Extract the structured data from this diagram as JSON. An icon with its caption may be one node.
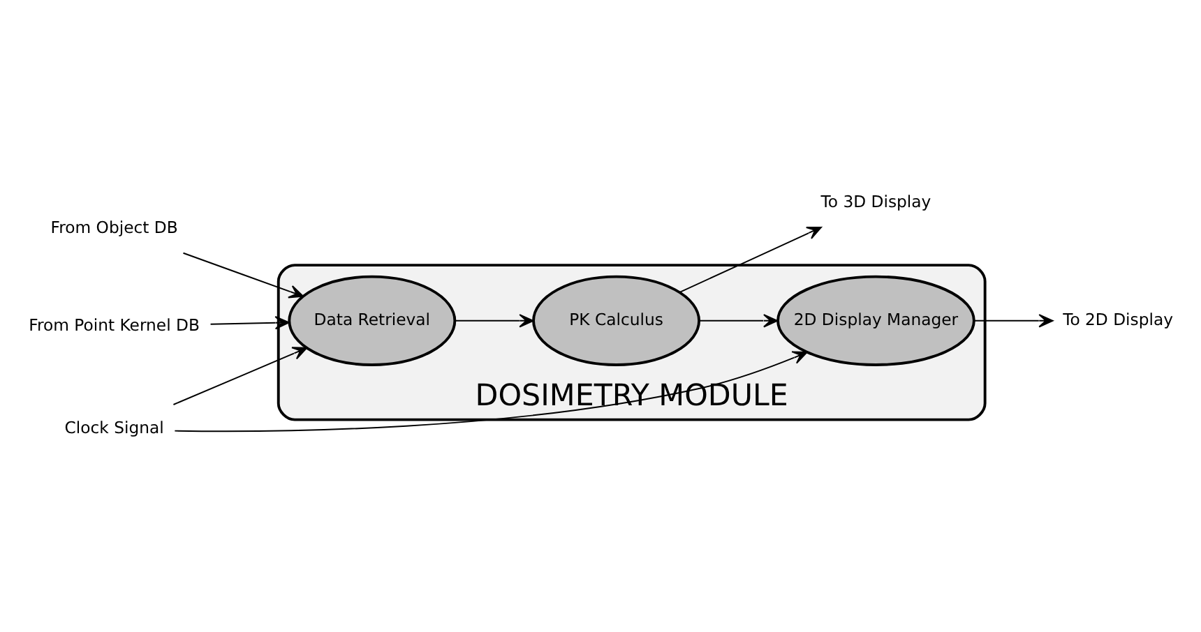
{
  "diagram": {
    "nodes": [
      {
        "text": [
          "DOSIMETRY MODULE"
        ]
      },
      {
        "text": [
          "Data Retrieval"
        ],
        "in": 0
      },
      {
        "text": [
          "PK Calculus"
        ],
        "in": 0
      },
      {
        "text": [
          "2D Display Manager"
        ],
        "in": 0
      },
      {
        "text": [
          "From Object DB"
        ]
      },
      {
        "text": [
          "From Point Kernel DB"
        ]
      },
      {
        "text": [
          "Clock Signal"
        ]
      },
      {
        "text": [
          "To 3D Display"
        ]
      },
      {
        "text": [
          "To 2D Display"
        ]
      }
    ],
    "edges": [
      {
        "from": 4,
        "to": 1,
        "arrow": "to"
      },
      {
        "from": 5,
        "to": 1,
        "arrow": "to"
      },
      {
        "from": 6,
        "to": 1,
        "arrow": "to"
      },
      {
        "from": 6,
        "to": 3,
        "arrow": "to"
      },
      {
        "from": 1,
        "to": 2,
        "arrow": "to"
      },
      {
        "from": 2,
        "to": 3,
        "arrow": "to"
      },
      {
        "from": 2,
        "to": 7,
        "arrow": "to"
      },
      {
        "from": 3,
        "to": 8,
        "arrow": "to"
      }
    ]
  }
}
